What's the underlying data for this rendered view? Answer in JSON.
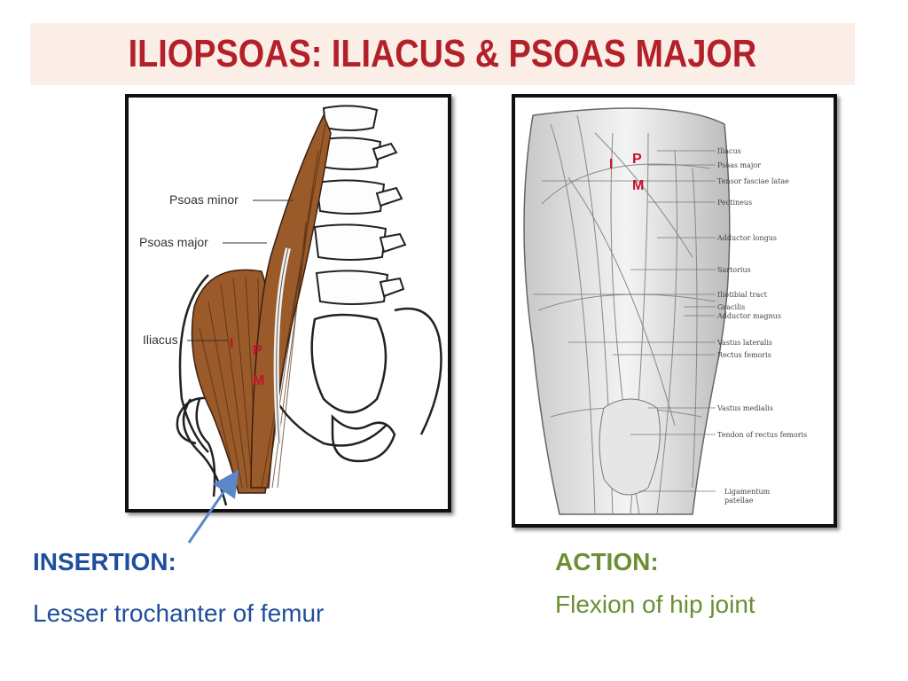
{
  "title": "ILIOPSOAS: ILIACUS & PSOAS MAJOR",
  "left_figure": {
    "labels": {
      "psoas_minor": "Psoas minor",
      "psoas_major": "Psoas major",
      "iliacus": "Iliacus"
    },
    "marks": {
      "i": "I",
      "p": "P",
      "m": "M"
    }
  },
  "right_figure": {
    "labels": [
      "Iliacus",
      "Psoas major",
      "Tensor fasciae latae",
      "Pectineus",
      "Adductor longus",
      "Sartorius",
      "Iliotibial tract",
      "Gracilis",
      "Adductor magnus",
      "Vastus lateralis",
      "Rectus femoris",
      "Vastus medialis",
      "Tendon of rectus femoris",
      "Ligamentum",
      "patellae"
    ],
    "marks": {
      "i": "I",
      "p": "P",
      "m": "M"
    }
  },
  "insertion": {
    "heading": "INSERTION:",
    "text": "Lesser trochanter of femur"
  },
  "action": {
    "heading": "ACTION:",
    "text": "Flexion of hip joint"
  },
  "colors": {
    "title": "#b3202a",
    "title_bg": "#fbeee6",
    "insertion": "#1f4e9c",
    "action": "#6b8f32",
    "muscle": "#9a5a2a",
    "mark": "#c8102e",
    "arrow": "#5b86c7"
  }
}
